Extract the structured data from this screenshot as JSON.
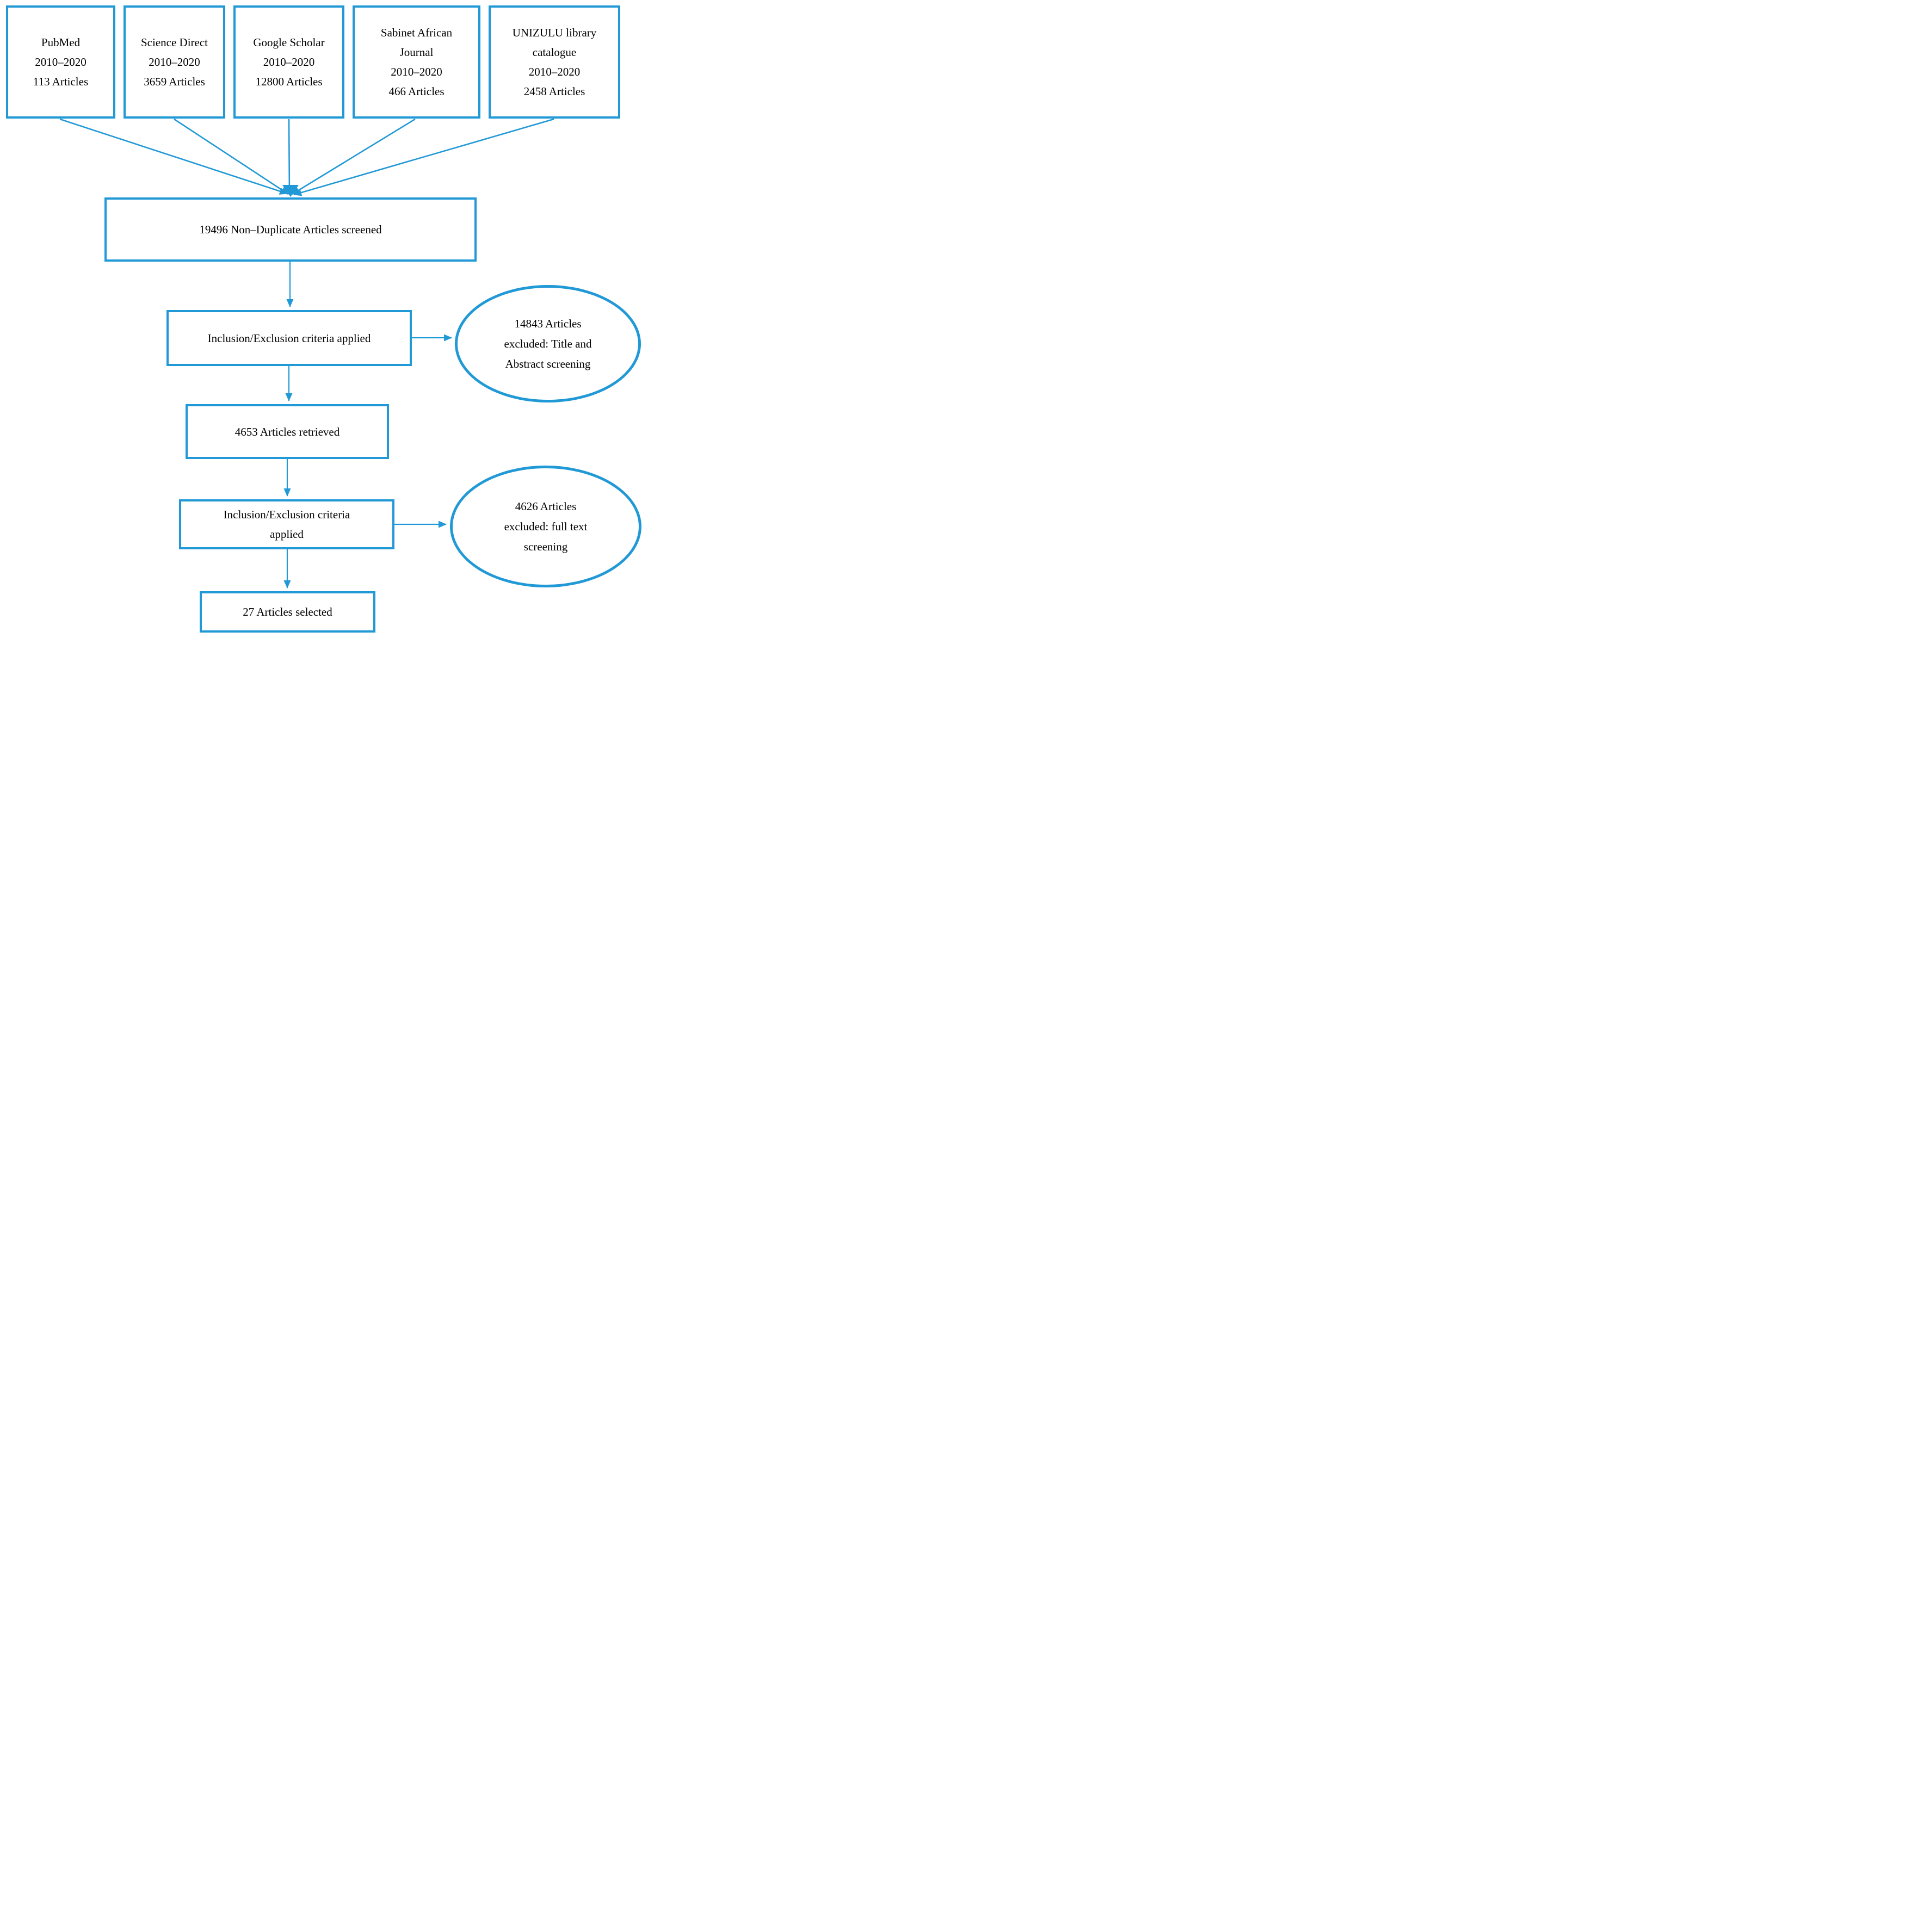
{
  "canvas": {
    "accent": "#2199d6",
    "background": "#ffffff",
    "text_color": "#000000"
  },
  "sources": [
    {
      "lines": [
        "PubMed",
        "2010–2020",
        "113 Articles"
      ]
    },
    {
      "lines": [
        "Science Direct",
        "2010–2020",
        "3659 Articles"
      ]
    },
    {
      "lines": [
        "Google Scholar",
        "2010–2020",
        "12800 Articles"
      ]
    },
    {
      "lines": [
        "Sabinet African",
        "Journal",
        "2010–2020",
        "466 Articles"
      ]
    },
    {
      "lines": [
        "UNIZULU library",
        "catalogue",
        "2010–2020",
        "2458 Articles"
      ]
    }
  ],
  "screening": {
    "label": "19496 Non–Duplicate Articles screened"
  },
  "criteria1": {
    "label": "Inclusion/Exclusion criteria applied"
  },
  "excluded1": {
    "lines": [
      "14843 Articles",
      "excluded: Title and",
      "Abstract screening"
    ]
  },
  "retrieved": {
    "label": "4653 Articles retrieved"
  },
  "criteria2": {
    "lines": [
      "Inclusion/Exclusion criteria",
      "applied"
    ]
  },
  "excluded2": {
    "lines": [
      "4626 Articles",
      "excluded: full text",
      "screening"
    ]
  },
  "selected": {
    "label": "27 Articles selected"
  }
}
